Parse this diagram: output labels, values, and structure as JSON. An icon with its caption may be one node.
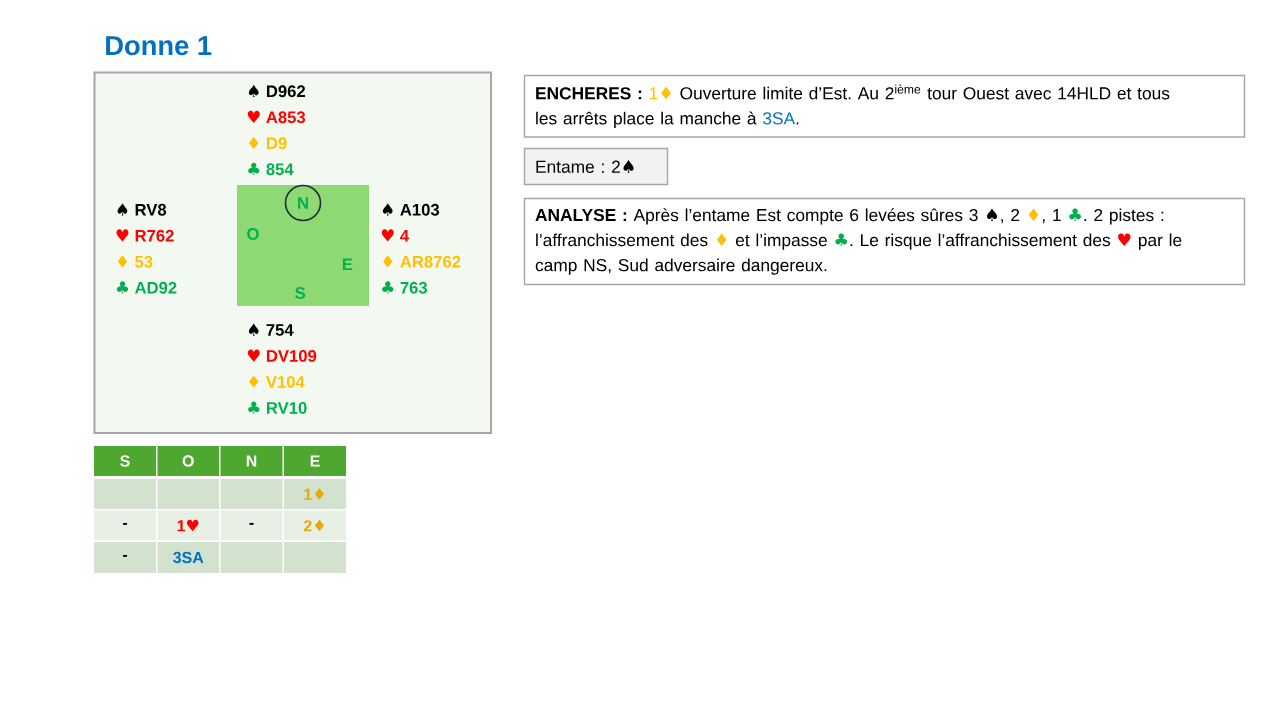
{
  "diagram": {
    "title": "Donne 1",
    "nodes": [
      {
        "text": [
          "♠ D962",
          "♥ A853",
          "♦ D9",
          "♣ 854",
          "♠ RV8",
          "♥ R762",
          "♦ 53",
          "♣ AD92",
          "♠ A103",
          "♥ 4",
          "♦ AR8762",
          "♣ 763",
          "♠ 754",
          "♥ DV109",
          "♦ V104",
          "♣ RV10"
        ]
      },
      {
        "text": [
          "O",
          "E",
          "S"
        ],
        "in": 0
      },
      {
        "text": [
          "N"
        ],
        "in": 1
      },
      {
        "text": [
          "**ENCHERES :** 1♦ Ouverture limite d’Est. Au 2$^{ième}$ tour Ouest avec 14HLD et tous les arrêts place la manche à 3SA."
        ]
      },
      {
        "text": [
          "Entame : 2♠"
        ]
      },
      {
        "text": [
          "**ANALYSE :** Après l’entame Est compte 6 levées sûres 3 ♠, 2 ♦, 1 ♣. 2 pistes : l’affranchissement des ♦ et l’impasse ♣. Le risque l’affranchissement des ♥ par le camp NS, Sud adversaire dangereux."
        ]
      }
    ],
    "labels": [
      "S",
      "O",
      "N",
      "E",
      "1♦",
      "-",
      "1♥",
      "-",
      "2♦",
      "-",
      "3SA"
    ]
  }
}
